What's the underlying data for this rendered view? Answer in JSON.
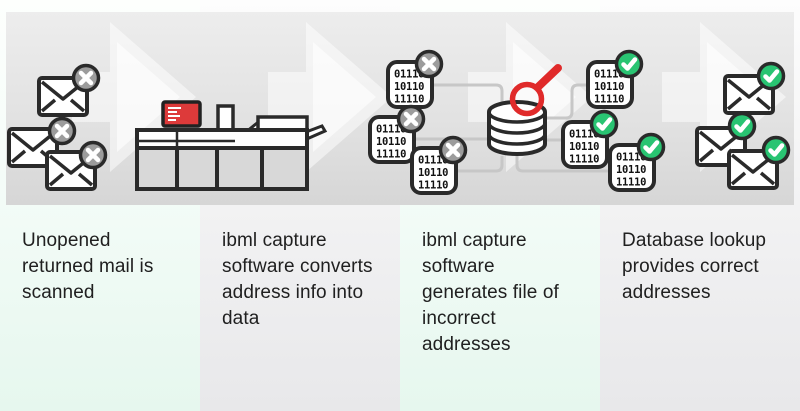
{
  "page": {
    "type": "process-flow-infographic",
    "step_count": 4
  },
  "steps": [
    {
      "id": 1,
      "caption": "Unopened returned mail is scanned",
      "icon": "envelopes-with-error-badges"
    },
    {
      "id": 2,
      "caption": "ibml capture software converts address info into data",
      "icon": "ibml-scanner-machine"
    },
    {
      "id": 3,
      "caption": "ibml capture software generates file of incorrect addresses",
      "icon": "binary-files-database-magnifier"
    },
    {
      "id": 4,
      "caption": "Database lookup provides correct addresses",
      "icon": "envelopes-with-check-badges"
    }
  ],
  "binary_file": {
    "lines": [
      "01110",
      "10110",
      "11110"
    ]
  },
  "icons": {
    "divider": "chevron-arrow-right",
    "error_badge": "x-circle",
    "success_badge": "check-circle",
    "lookup": "magnifying-glass",
    "storage": "database-cylinder",
    "mail": "envelope",
    "scanner_display": "red-screen"
  },
  "colors": {
    "outline": "#2a2a2a",
    "error_gray": "#9c9c9c",
    "success_green": "#29c472",
    "accent_red": "#dd3a3a",
    "magnifier_red": "#e02a2a",
    "connector_gray": "#c7c7c7",
    "panel_gray": "#e0e0e0",
    "mint_tint": "#e6f7ee"
  }
}
